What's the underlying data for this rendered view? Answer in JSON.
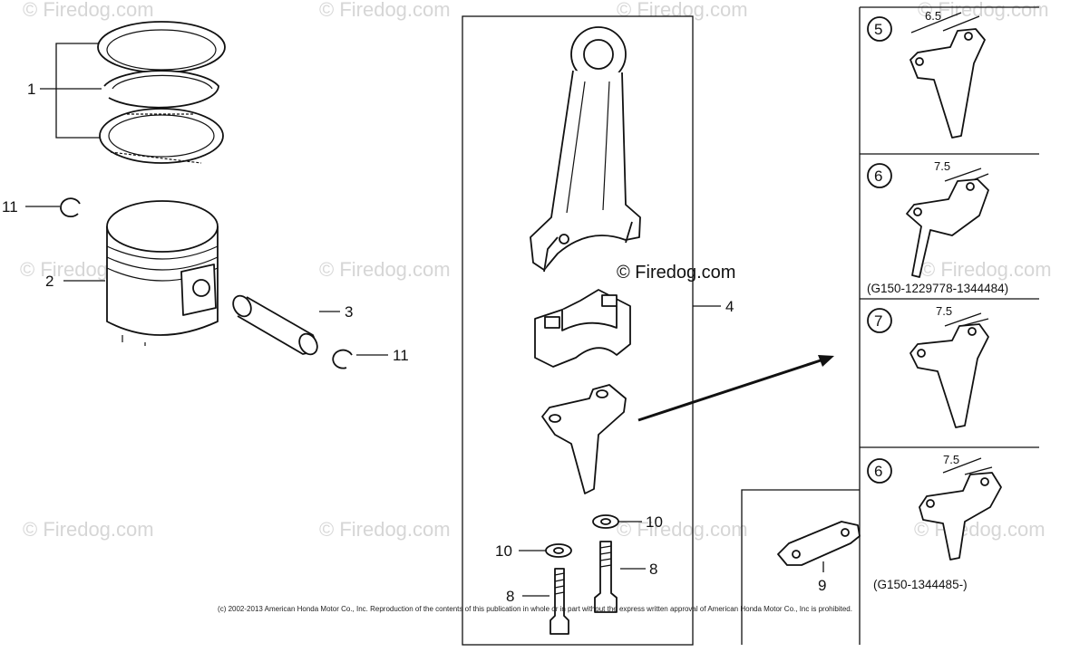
{
  "watermark": "© Firedog.com",
  "copyright": "(c) 2002-2013 American Honda Motor Co., Inc. Reproduction of the contents of this publication in whole or in part without the express written approval of American Honda Motor Co., Inc is prohibited.",
  "callouts": {
    "rings": "1",
    "piston": "2",
    "pin": "3",
    "rod_assembly": "4",
    "bolt_left": "8",
    "bolt_right": "8",
    "shim": "9",
    "washer_left": "10",
    "washer_right": "10",
    "clip_top": "11",
    "clip_bottom": "11"
  },
  "variants": [
    {
      "badge": "5",
      "dimension": "6.5",
      "serial": ""
    },
    {
      "badge": "6",
      "dimension": "7.5",
      "serial": "(G150-1229778-1344484)"
    },
    {
      "badge": "7",
      "dimension": "7.5",
      "serial": ""
    },
    {
      "badge": "6",
      "dimension": "7.5",
      "serial": "(G150-1344485-)"
    }
  ]
}
